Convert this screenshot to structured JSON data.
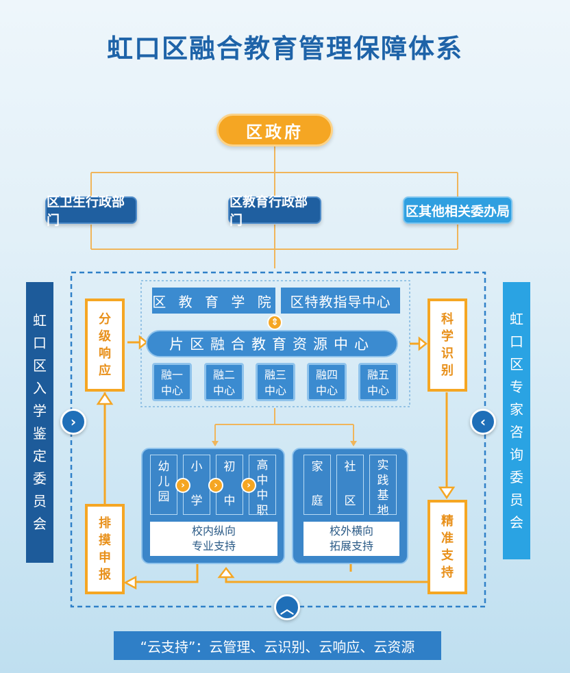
{
  "title": "虹口区融合教育管理保障体系",
  "government": "区政府",
  "departments": [
    "区卫生行政部门",
    "区教育行政部门",
    "区其他相关委办局"
  ],
  "left_committee": [
    "虹",
    "口",
    "区",
    "入",
    "学",
    "鉴",
    "定",
    "委",
    "员",
    "会"
  ],
  "right_committee": [
    "虹",
    "口",
    "区",
    "专",
    "家",
    "咨",
    "询",
    "委",
    "员",
    "会"
  ],
  "left_steps": {
    "top": [
      "分",
      "级",
      "响",
      "应"
    ],
    "bottom": [
      "排",
      "摸",
      "申",
      "报"
    ]
  },
  "right_steps": {
    "top": [
      "科",
      "学",
      "识",
      "别"
    ],
    "bottom": [
      "精",
      "准",
      "支",
      "持"
    ]
  },
  "institutes": [
    "区 教 育 学 院",
    "区特教指导中心"
  ],
  "resource_center": "片区融合教育资源中心",
  "fusion_centers": [
    {
      "a": "融一",
      "b": "中心"
    },
    {
      "a": "融二",
      "b": "中心"
    },
    {
      "a": "融三",
      "b": "中心"
    },
    {
      "a": "融四",
      "b": "中心"
    },
    {
      "a": "融五",
      "b": "中心"
    }
  ],
  "inner_panel": {
    "columns": [
      {
        "chars": [
          "幼",
          "儿",
          "园"
        ]
      },
      {
        "chars": [
          "小",
          "学"
        ]
      },
      {
        "chars": [
          "初",
          "中"
        ]
      },
      {
        "chars": [
          "高",
          "中",
          "中",
          "职"
        ]
      }
    ],
    "label_line1": "校内纵向",
    "label_line2": "专业支持"
  },
  "outer_panel": {
    "columns": [
      {
        "chars": [
          "家",
          "庭"
        ]
      },
      {
        "chars": [
          "社",
          "区"
        ]
      },
      {
        "chars": [
          "实",
          "践",
          "基",
          "地"
        ]
      }
    ],
    "label_line1": "校外横向",
    "label_line2": "拓展支持"
  },
  "cloud_support": "“云支持”：云管理、云识别、云响应、云资源",
  "colors": {
    "orange": "#f5a623",
    "dark_blue": "#1d5b9a",
    "mid_blue": "#3b8bd0",
    "light_blue": "#2aa3e3"
  },
  "icons": {
    "expand": "chevron-up-down-icon",
    "left": "chevron-right-icon",
    "right": "chevron-left-icon",
    "bottom": "chevron-up-icon"
  }
}
